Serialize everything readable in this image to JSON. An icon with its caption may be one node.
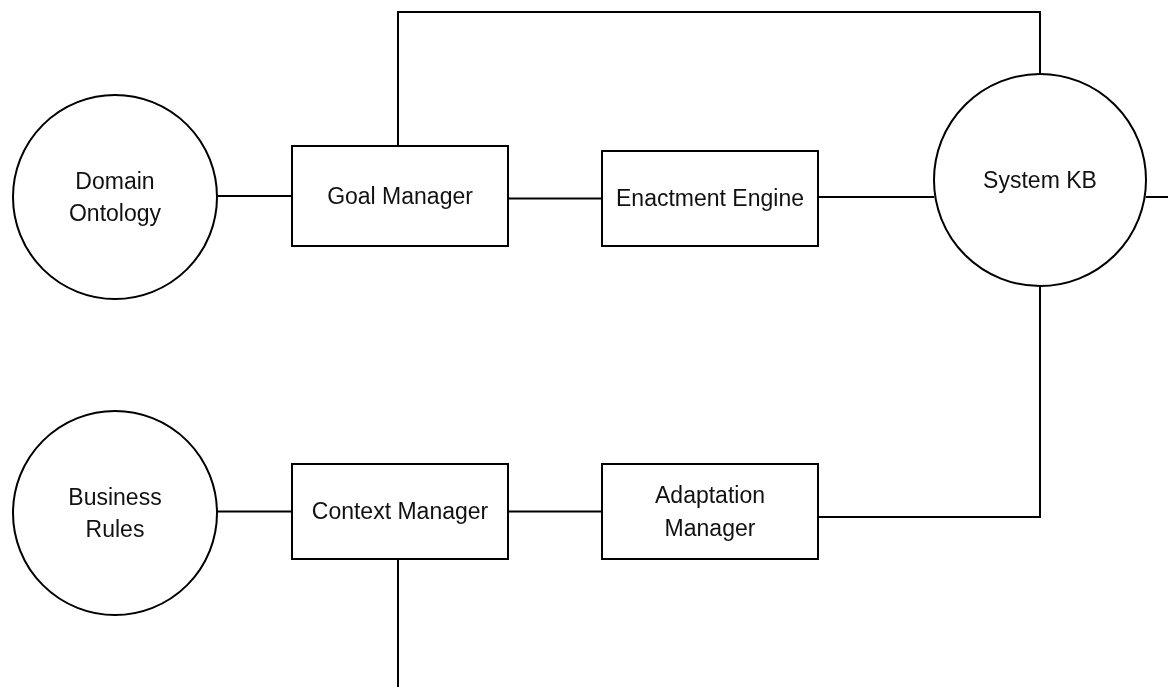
{
  "diagram": {
    "nodes": [
      {
        "text": [
          "Domain Ontology"
        ]
      },
      {
        "text": [
          "Goal Manager"
        ]
      },
      {
        "text": [
          "Enactment Engine"
        ]
      },
      {
        "text": [
          "System KB"
        ]
      },
      {
        "text": [
          "Business Rules"
        ]
      },
      {
        "text": [
          "Context Manager"
        ]
      },
      {
        "text": [
          "Adaptation Manager"
        ]
      }
    ],
    "edges": [
      {
        "from": 0,
        "to": 1,
        "arrow": "none"
      },
      {
        "from": 1,
        "to": 2,
        "arrow": "none"
      },
      {
        "from": 2,
        "to": 3,
        "arrow": "none"
      },
      {
        "from": 1,
        "to": 3,
        "arrow": "none"
      },
      {
        "from": 3,
        "to": null,
        "arrow": "none"
      },
      {
        "from": 3,
        "to": 6,
        "arrow": "none"
      },
      {
        "from": 4,
        "to": 5,
        "arrow": "none"
      },
      {
        "from": 5,
        "to": 6,
        "arrow": "none"
      },
      {
        "from": 5,
        "to": null,
        "arrow": "none"
      }
    ]
  }
}
